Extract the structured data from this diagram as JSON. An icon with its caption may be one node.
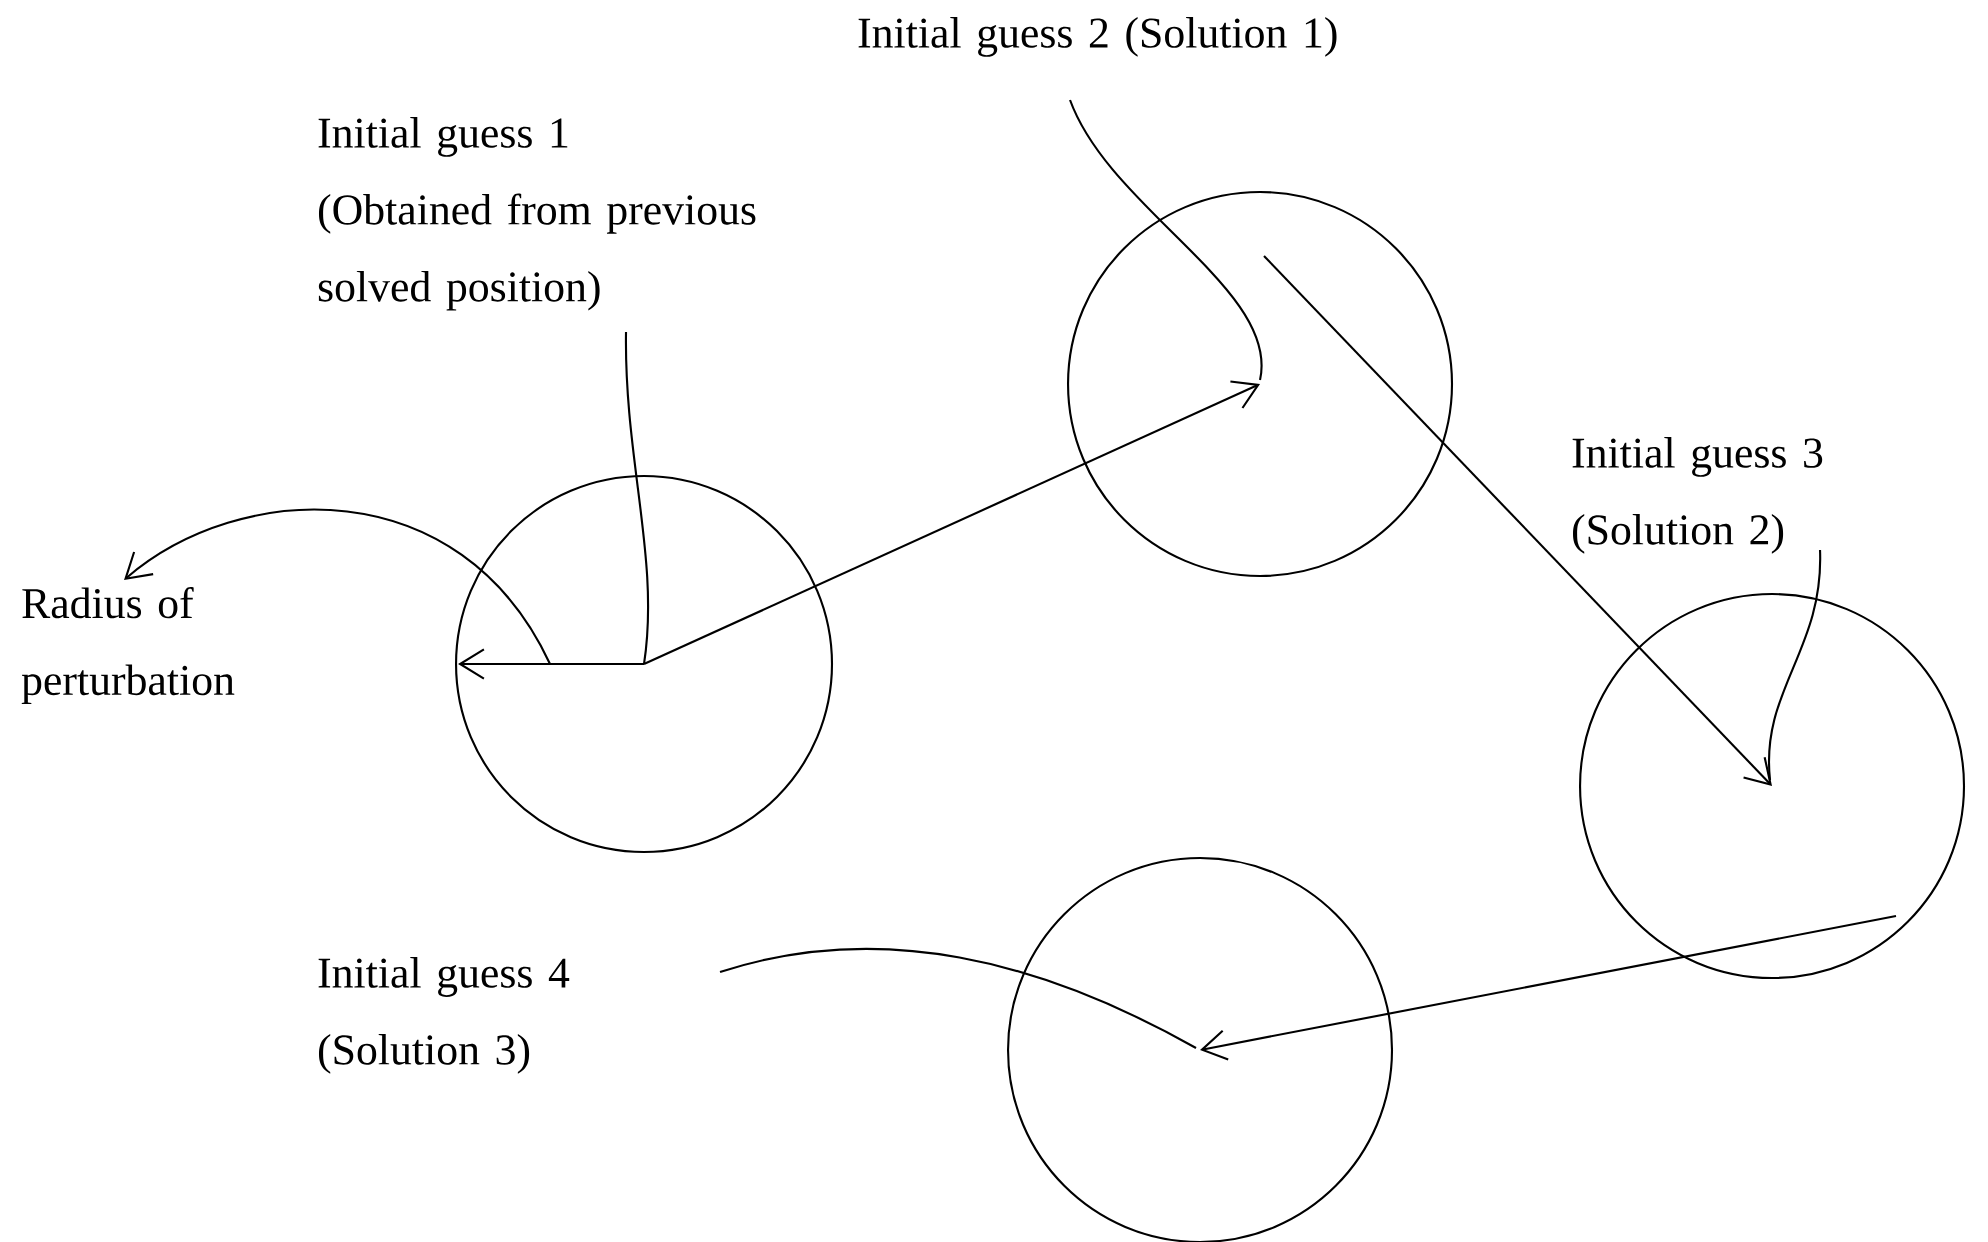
{
  "diagram": {
    "nodes": [
      {
        "text": [
          "Initial guess 2 (Solution 1)"
        ]
      },
      {
        "text": [
          "Initial guess 1",
          "(Obtained from previous solved position)"
        ]
      },
      {
        "text": [],
        "shape": "circle"
      },
      {
        "text": [
          "Initial guess 3",
          "(Solution 2)"
        ]
      },
      {
        "text": [
          "Radius of perturbation"
        ]
      },
      {
        "text": [],
        "shape": "circle"
      },
      {
        "text": [],
        "shape": "circle"
      },
      {
        "text": [
          "Initial guess 4",
          "(Solution 3)"
        ]
      },
      {
        "text": [],
        "shape": "circle"
      }
    ],
    "edges": [
      {
        "from": 5,
        "to": 2,
        "arrow": "to"
      },
      {
        "from": 2,
        "to": 6,
        "arrow": "to"
      },
      {
        "from": 6,
        "to": 8,
        "arrow": "to"
      },
      {
        "from": 1,
        "to": 5,
        "arrow": "none"
      },
      {
        "from": 0,
        "to": 2,
        "arrow": "none"
      },
      {
        "from": 3,
        "to": 6,
        "arrow": "none"
      },
      {
        "from": 7,
        "to": 8,
        "arrow": "none"
      },
      {
        "from": 5,
        "to": 4,
        "arrow": "to"
      }
    ]
  }
}
